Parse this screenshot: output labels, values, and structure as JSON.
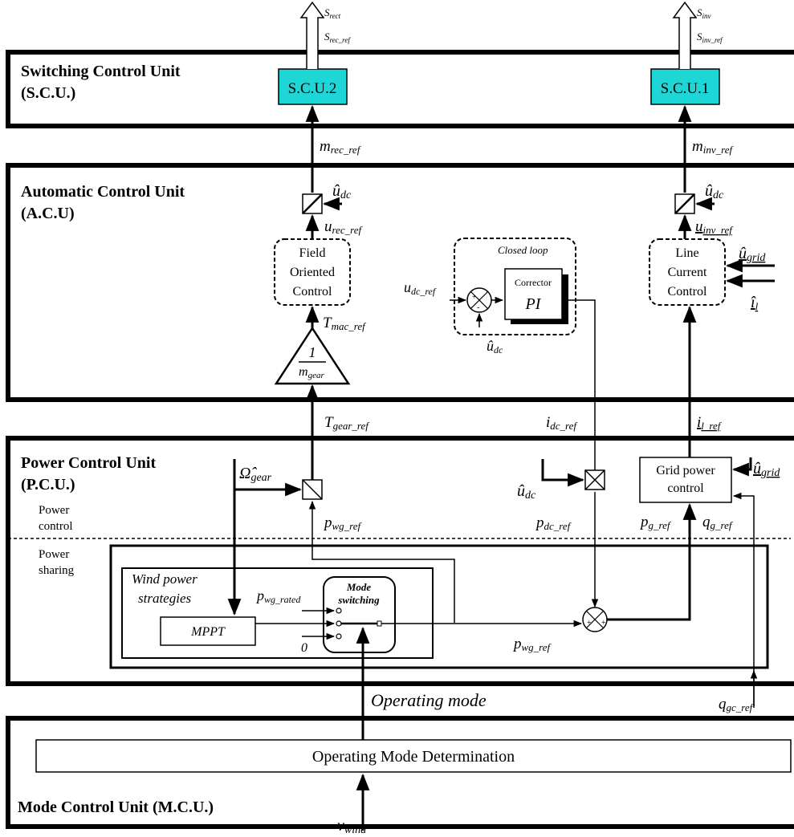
{
  "units": {
    "scu": {
      "title_line1": "Switching Control Unit",
      "title_line2": "(S.C.U.)",
      "block2": "S.C.U.2",
      "block1": "S.C.U.1"
    },
    "acu": {
      "title_line1": "Automatic Control Unit",
      "title_line2": "(A.C.U)"
    },
    "pcu": {
      "title_line1": "Power Control Unit",
      "title_line2": "(P.C.U.)",
      "power_control_line1": "Power",
      "power_control_line2": "control",
      "power_sharing_line1": "Power",
      "power_sharing_line2": "sharing"
    },
    "mcu": {
      "title": "Mode Control Unit (M.C.U.)",
      "block": "Operating Mode Determination"
    }
  },
  "blocks": {
    "foc": [
      "Field",
      "Oriented",
      "Control"
    ],
    "lcc": [
      "Line",
      "Current",
      "Control"
    ],
    "closed_loop": "Closed loop",
    "corrector": "Corrector",
    "pi": "PI",
    "gain_num": "1",
    "gain_den": "m",
    "gain_den_sub": "gear",
    "grid_power": [
      "Grid power",
      "control"
    ],
    "wind_strategies": [
      "Wind power",
      "strategies"
    ],
    "mppt": "MPPT",
    "mode_switching": [
      "Mode",
      "switching"
    ],
    "zero": "0"
  },
  "signals": {
    "s_rect": {
      "main": "S",
      "sub": "rect"
    },
    "s_rec_ref": {
      "main": "S",
      "sub": "rec_ref"
    },
    "s_inv": {
      "main": "S",
      "sub": "inv"
    },
    "s_inv_ref": {
      "main": "S",
      "sub": "inv_ref"
    },
    "m_rec_ref": {
      "main": "m",
      "sub": "rec_ref"
    },
    "m_inv_ref": {
      "main": "m",
      "sub": "inv_ref"
    },
    "u_dc_hat_left": {
      "main": "u",
      "sub": "dc"
    },
    "u_dc_hat_right": {
      "main": "u",
      "sub": "dc"
    },
    "u_rec_ref": {
      "main": "u",
      "sub": "rec_ref"
    },
    "u_inv_ref": {
      "main": "u",
      "sub": "inv_ref"
    },
    "u_grid_acu": {
      "main": "u",
      "sub": "grid"
    },
    "i_l_acu": {
      "main": "i",
      "sub": "l"
    },
    "u_dc_ref": {
      "main": "u",
      "sub": "dc_ref"
    },
    "u_dc_hat_pi": {
      "main": "u",
      "sub": "dc"
    },
    "t_mac_ref": {
      "main": "T",
      "sub": "mac_ref"
    },
    "t_gear_ref": {
      "main": "T",
      "sub": "gear_ref"
    },
    "i_dc_ref": {
      "main": "i",
      "sub": "dc_ref"
    },
    "i_l_ref": {
      "main": "i",
      "sub": "l_ref"
    },
    "omega_gear": {
      "main": "Ω",
      "sub": "gear"
    },
    "u_dc_hat_pcu": {
      "main": "u",
      "sub": "dc"
    },
    "u_grid_pcu": {
      "main": "u",
      "sub": "grid"
    },
    "p_wg_ref_top": {
      "main": "p",
      "sub": "wg_ref"
    },
    "p_dc_ref": {
      "main": "p",
      "sub": "dc_ref"
    },
    "p_g_ref": {
      "main": "p",
      "sub": "g_ref"
    },
    "q_g_ref": {
      "main": "q",
      "sub": "g_ref"
    },
    "p_wg_rated": {
      "main": "p",
      "sub": "wg_rated"
    },
    "p_wg_ref_bottom": {
      "main": "p",
      "sub": "wg_ref"
    },
    "operating_mode": "Operating mode",
    "q_gc_ref": {
      "main": "q",
      "sub": "gc_ref"
    },
    "v_wind": {
      "main": "v",
      "sub": "wind"
    }
  },
  "colors": {
    "scu_block": "#1fd6d6"
  }
}
